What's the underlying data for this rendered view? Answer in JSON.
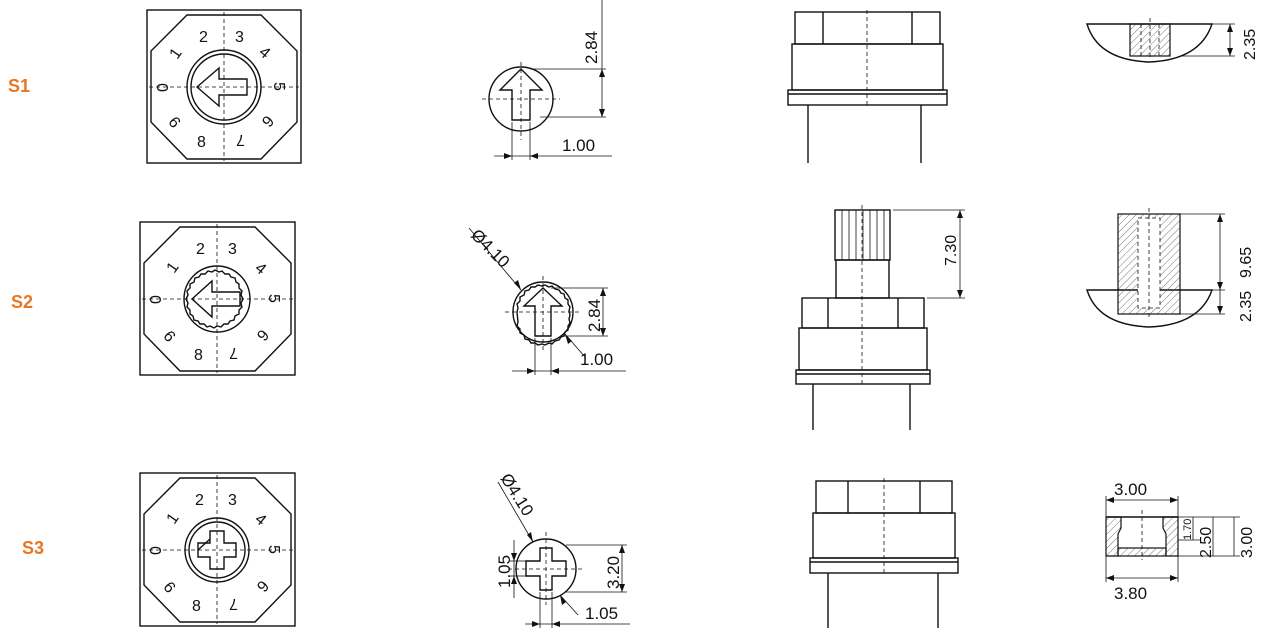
{
  "accent_color": "#e87722",
  "rows": [
    {
      "label": "S1",
      "dial_digits": [
        "0",
        "1",
        "2",
        "3",
        "4",
        "5",
        "6",
        "7",
        "8",
        "9"
      ],
      "front_dims": [
        "2.84",
        "1.00"
      ],
      "side_dims": [],
      "section_dims": [
        "2.35"
      ]
    },
    {
      "label": "S2",
      "dial_digits": [
        "0",
        "1",
        "2",
        "3",
        "4",
        "5",
        "6",
        "7",
        "8",
        "9"
      ],
      "front_dims": [
        "Ø4.10",
        "2.84",
        "1.00"
      ],
      "side_dims": [
        "7.30"
      ],
      "section_dims": [
        "9.65",
        "2.35"
      ]
    },
    {
      "label": "S3",
      "dial_digits": [
        "0",
        "1",
        "2",
        "3",
        "4",
        "5",
        "6",
        "7",
        "8",
        "9"
      ],
      "front_dims": [
        "Ø4.10",
        "1.05",
        "3.20",
        "1.05"
      ],
      "side_dims": [],
      "section_dims": [
        "3.00",
        "1.70",
        "2.50",
        "3.00",
        "3.80"
      ]
    }
  ]
}
